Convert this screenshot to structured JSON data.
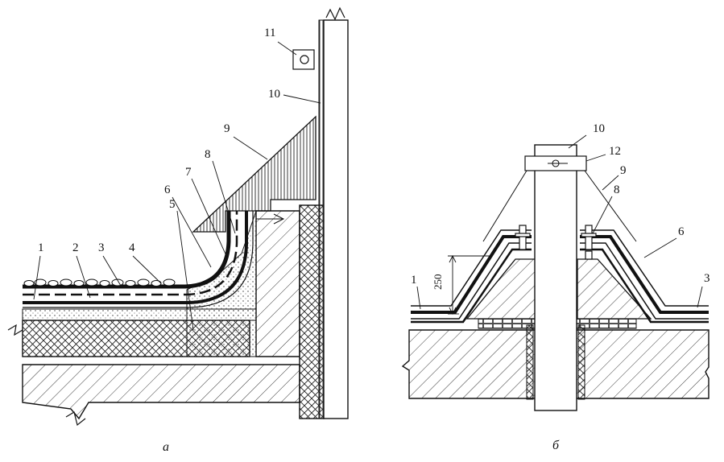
{
  "diagram_a": {
    "caption": "a",
    "labels": [
      "1",
      "2",
      "3",
      "4",
      "5",
      "6",
      "7",
      "8",
      "9",
      "10",
      "11"
    ]
  },
  "diagram_b": {
    "caption": "б",
    "labels": [
      "1",
      "3",
      "6",
      "8",
      "9",
      "10",
      "12"
    ],
    "dimension": "250"
  }
}
